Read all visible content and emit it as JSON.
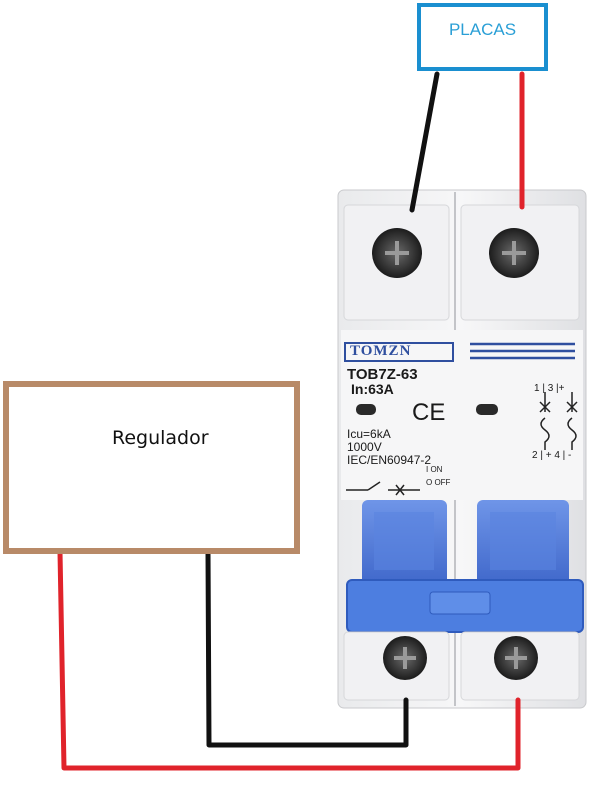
{
  "placas": {
    "label": "PLACAS"
  },
  "regulador": {
    "label": "Regulador"
  },
  "breaker": {
    "brand": "TOMZN",
    "model": "TOB7Z-63",
    "rating": "In:63A",
    "ce_mark": "CE",
    "icu": "Icu=6kA",
    "voltage": "1000V",
    "standard": "IEC/EN60947-2",
    "on_label": "I ON",
    "off_label": "O OFF",
    "terminal_top": "1 | 3 |+",
    "terminal_bottom": "2 | + 4 | -"
  },
  "colors": {
    "positive_wire": "#e0232b",
    "negative_wire": "#111111",
    "placas_border": "#1a8fd0",
    "regulador_border": "#b88a68",
    "breaker_handle": "#4a78d8"
  }
}
